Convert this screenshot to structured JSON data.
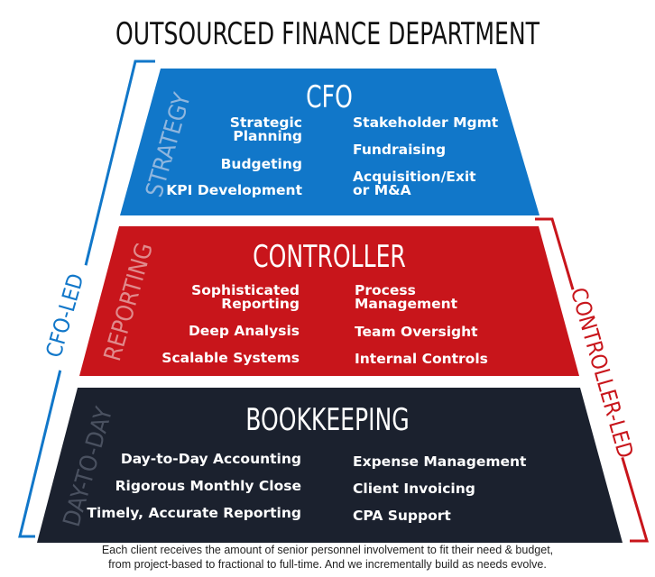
{
  "title": "OUTSOURCED FINANCE DEPARTMENT",
  "colors": {
    "strategy_fill": "#1177c9",
    "reporting_fill": "#c8151b",
    "dayToDay_fill": "#1b212e",
    "cfo_bracket": "#1177c9",
    "controller_bracket": "#c8151b",
    "strategy_watermark": "#8fb6de",
    "reporting_watermark": "#e08a8c",
    "dayToDay_watermark": "#4a5160"
  },
  "tiers": {
    "cfo": {
      "side_label": "STRATEGY",
      "title": "CFO",
      "left_items": [
        "Strategic\nPlanning",
        "Budgeting",
        "KPI Development"
      ],
      "right_items": [
        "Stakeholder Mgmt",
        "Fundraising",
        "Acquisition/Exit\nor M&A"
      ]
    },
    "controller": {
      "side_label": "REPORTING",
      "title": "CONTROLLER",
      "left_items": [
        "Sophisticated\nReporting",
        "Deep Analysis",
        "Scalable Systems"
      ],
      "right_items": [
        "Process\nManagement",
        "Team Oversight",
        "Internal Controls"
      ]
    },
    "bookkeeping": {
      "side_label": "DAY-TO-DAY",
      "title": "BOOKKEEPING",
      "left_items": [
        "Day-to-Day Accounting",
        "Rigorous Monthly Close",
        "Timely, Accurate Reporting"
      ],
      "right_items": [
        "Expense Management",
        "Client Invoicing",
        "CPA Support"
      ]
    }
  },
  "brackets": {
    "cfo_led": "CFO-LED",
    "controller_led": "CONTROLLER-LED"
  },
  "footer": {
    "line1": "Each client receives the amount of senior personnel involvement to fit their need & budget,",
    "line2": "from project-based to fractional to full-time. And we incrementally build as needs evolve."
  }
}
